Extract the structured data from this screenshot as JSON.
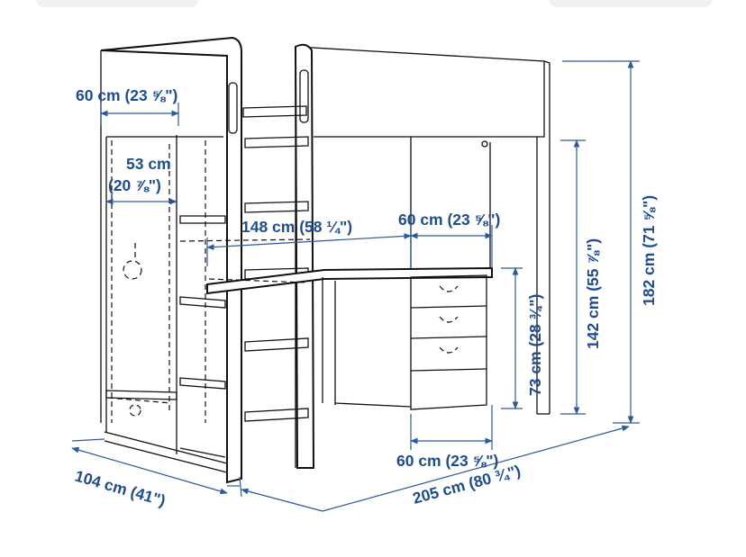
{
  "product": "loft bed with desk and wardrobe",
  "colors": {
    "dimension_blue": "#1f4d8c",
    "line_art": "#111111",
    "background": "#ffffff"
  },
  "dimensions": {
    "wardrobe_width": "60 cm (23 ⅝\")",
    "wardrobe_inner_width_line1": "53 cm",
    "wardrobe_inner_width_line2": "(20 ⅞\")",
    "desk_length": "148 cm (58 ¼\")",
    "desk_drawer_width_top": "60 cm (23 ⅝\")",
    "desk_drawer_width_bottom": "60 cm (23 ⅝\")",
    "desk_height": "73 cm (28 ¾\")",
    "under_bed_height": "142 cm (55 ⅞\")",
    "total_height": "182 cm (71 ⅝\")",
    "depth": "104 cm (41\")",
    "total_length": "205 cm (80 ¾\")"
  }
}
